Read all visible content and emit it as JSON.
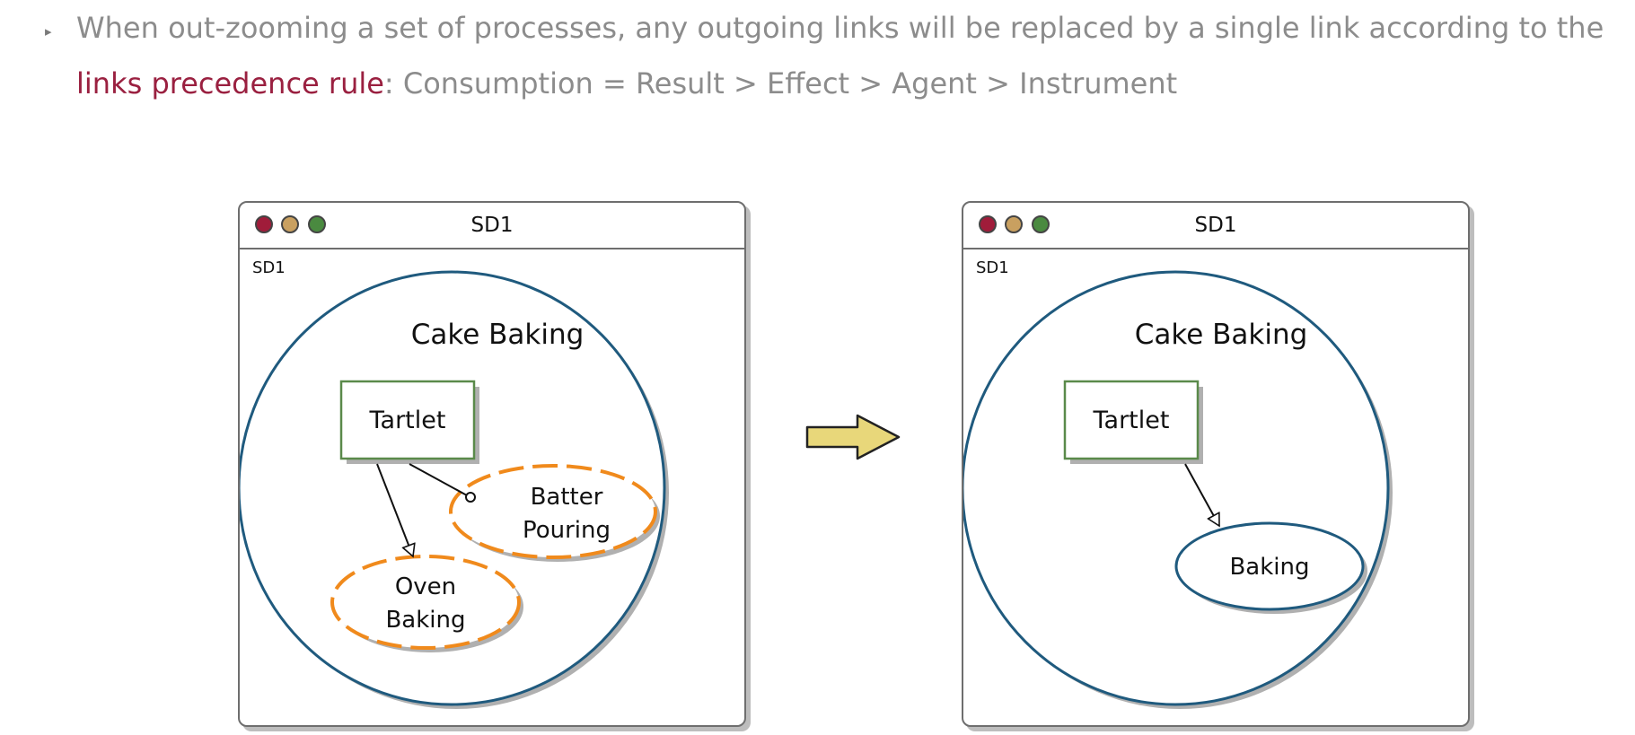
{
  "bullet": {
    "marker": "▸",
    "line1": "When out-zooming a set of processes, any outgoing links will be replaced by a single link according to the",
    "highlight": "links precedence rule",
    "line2_rest": ": Consumption = Result > Effect > Agent > Instrument"
  },
  "colors": {
    "text_gray": "#8c8c8c",
    "highlight": "#9a2040",
    "circle_stroke": "#1f5a7e",
    "object_stroke": "#5a8a4a",
    "dashed_process": "#f08a1c",
    "arrow_fill": "#e8d77a",
    "dot_red": "#a01c3a",
    "dot_orange": "#c9a060",
    "dot_green": "#4a8a40"
  },
  "left_window": {
    "title": "SD1",
    "label": "SD1",
    "main_process": "Cake Baking",
    "object": "Tartlet",
    "process_a_line1": "Batter",
    "process_a_line2": "Pouring",
    "process_b_line1": "Oven",
    "process_b_line2": "Baking"
  },
  "right_window": {
    "title": "SD1",
    "label": "SD1",
    "main_process": "Cake Baking",
    "object": "Tartlet",
    "process": "Baking"
  },
  "arrow_icon": "right-arrow-icon"
}
